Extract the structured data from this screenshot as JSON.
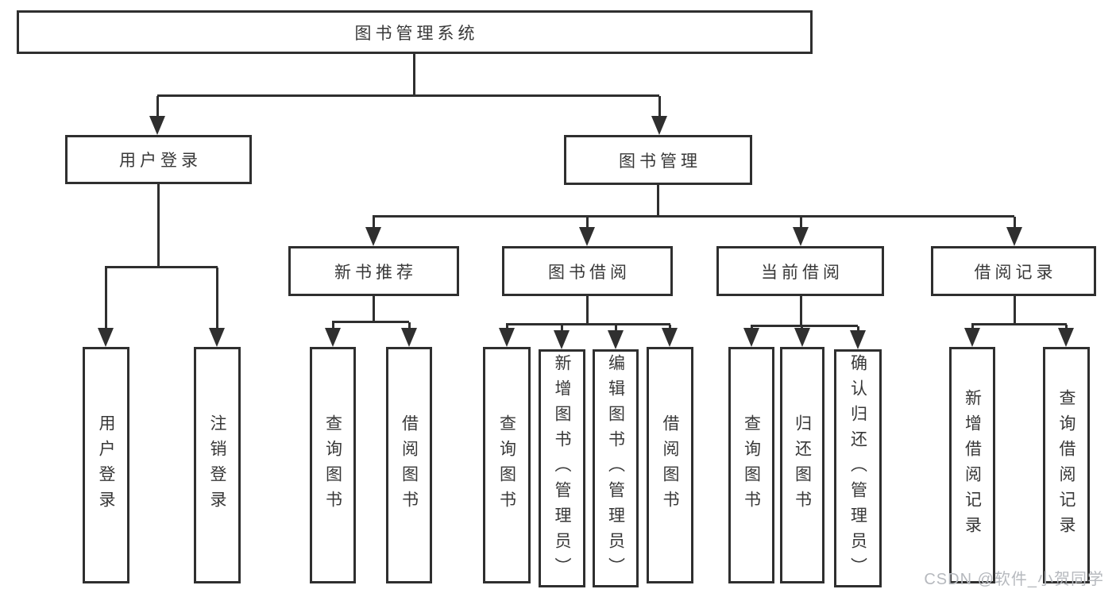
{
  "diagram": {
    "root": {
      "label": "图书管理系统"
    },
    "level2": [
      {
        "label": "用户登录"
      },
      {
        "label": "图书管理"
      }
    ],
    "level3": [
      {
        "label": "新书推荐"
      },
      {
        "label": "图书借阅"
      },
      {
        "label": "当前借阅"
      },
      {
        "label": "借阅记录"
      }
    ],
    "leaves": {
      "login": [
        "用户登录",
        "注销登录"
      ],
      "recommend": [
        "查询图书",
        "借阅图书"
      ],
      "borrow": [
        "查询图书",
        "新增图书（管理员）",
        "编辑图书（管理员）",
        "借阅图书"
      ],
      "current": [
        "查询图书",
        "归还图书",
        "确认归还（管理员）"
      ],
      "records": [
        "新增借阅记录",
        "查询借阅记录"
      ]
    },
    "watermark": "CSDN @软件_小贺同学",
    "colors": {
      "line": "#2f2f2f",
      "text": "#383838",
      "watermark_color": "#b6b9be",
      "background": "#ffffff"
    }
  }
}
